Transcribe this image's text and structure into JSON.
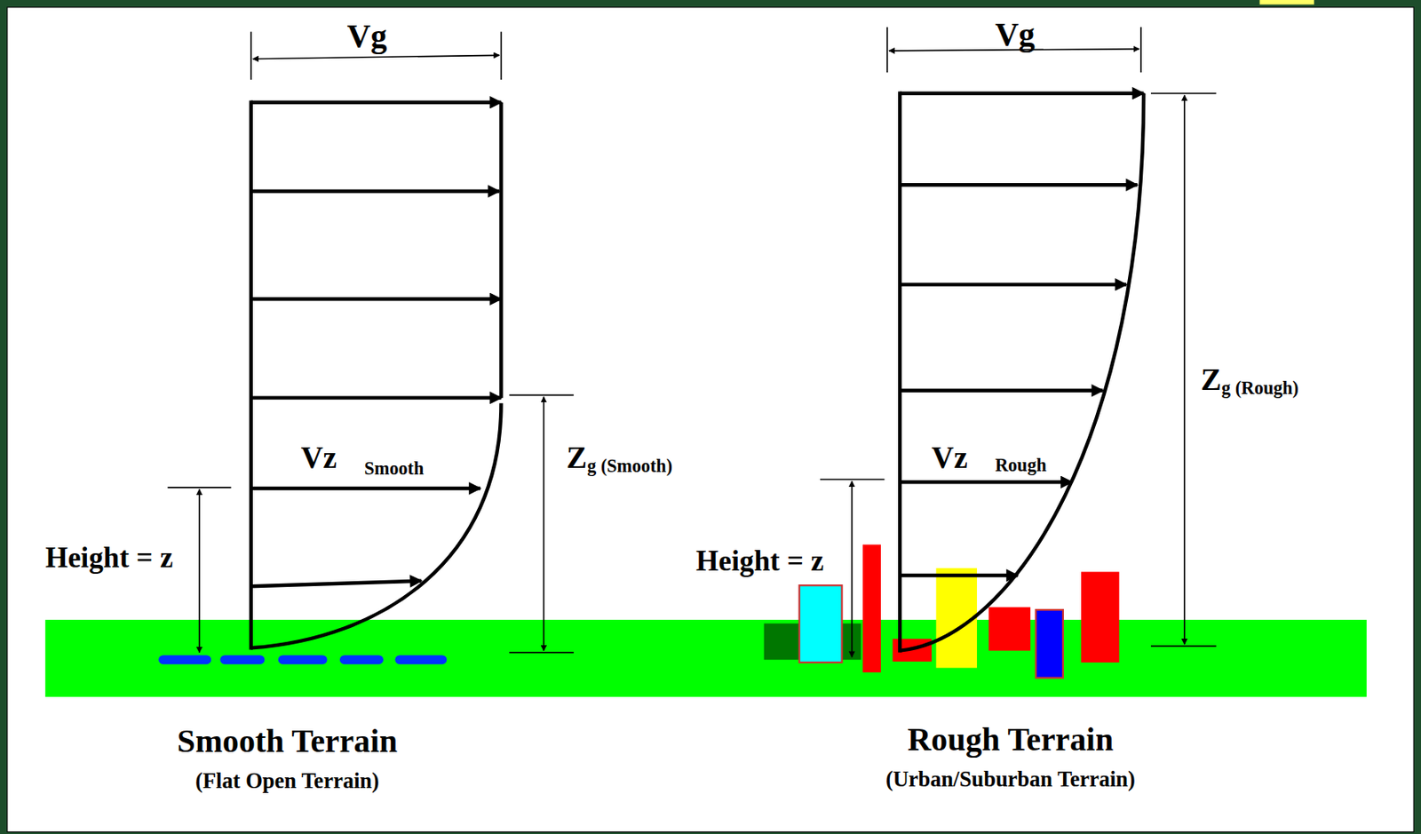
{
  "diagram": {
    "labels": [
      "Vg",
      "Vg",
      "Vz",
      "Smooth",
      "Z",
      "g (Smooth)",
      "Height = z",
      "Vz",
      "Rough",
      "Z",
      "g (Rough)",
      "Height = z",
      "Smooth Terrain",
      "(Flat Open Terrain)",
      "Rough Terrain",
      "(Urban/Suburban Terrain)"
    ]
  }
}
